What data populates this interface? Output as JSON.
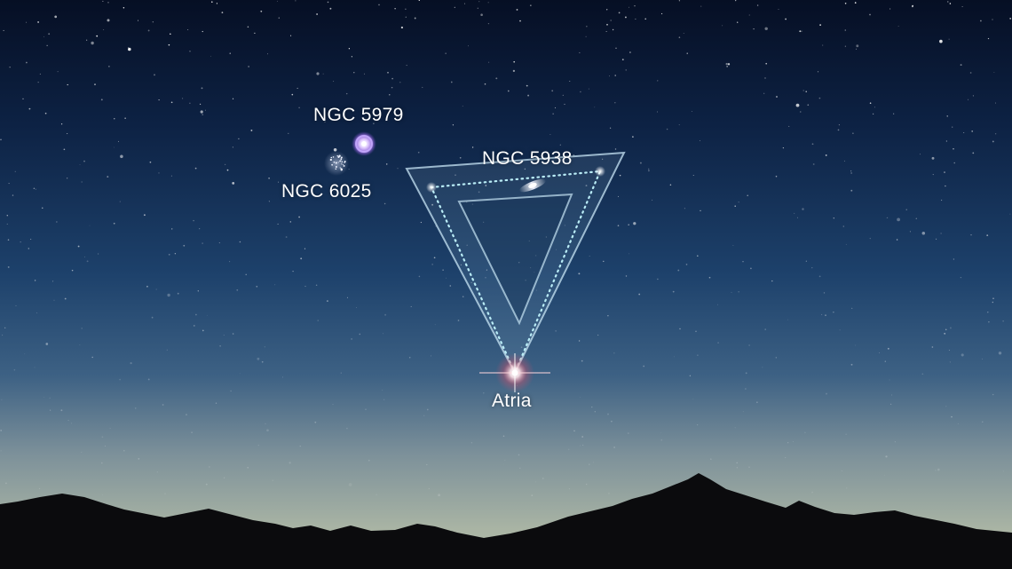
{
  "scene": {
    "labels": {
      "ngc5979": "NGC 5979",
      "ngc6025": "NGC 6025",
      "ngc5938": "NGC 5938",
      "atria": "Atria"
    },
    "colors": {
      "sky_top": "#071228",
      "sky_mid": "#1f4571",
      "sky_horizon": "#a8b6a7",
      "mountains": "#0b0b0d",
      "triangle_line": "#c8e6f5",
      "dotted_line": "#b9ecf6",
      "nebula": "#b08ee8",
      "star_atria": "#ffffff",
      "atria_glow": "#e0506a"
    }
  }
}
